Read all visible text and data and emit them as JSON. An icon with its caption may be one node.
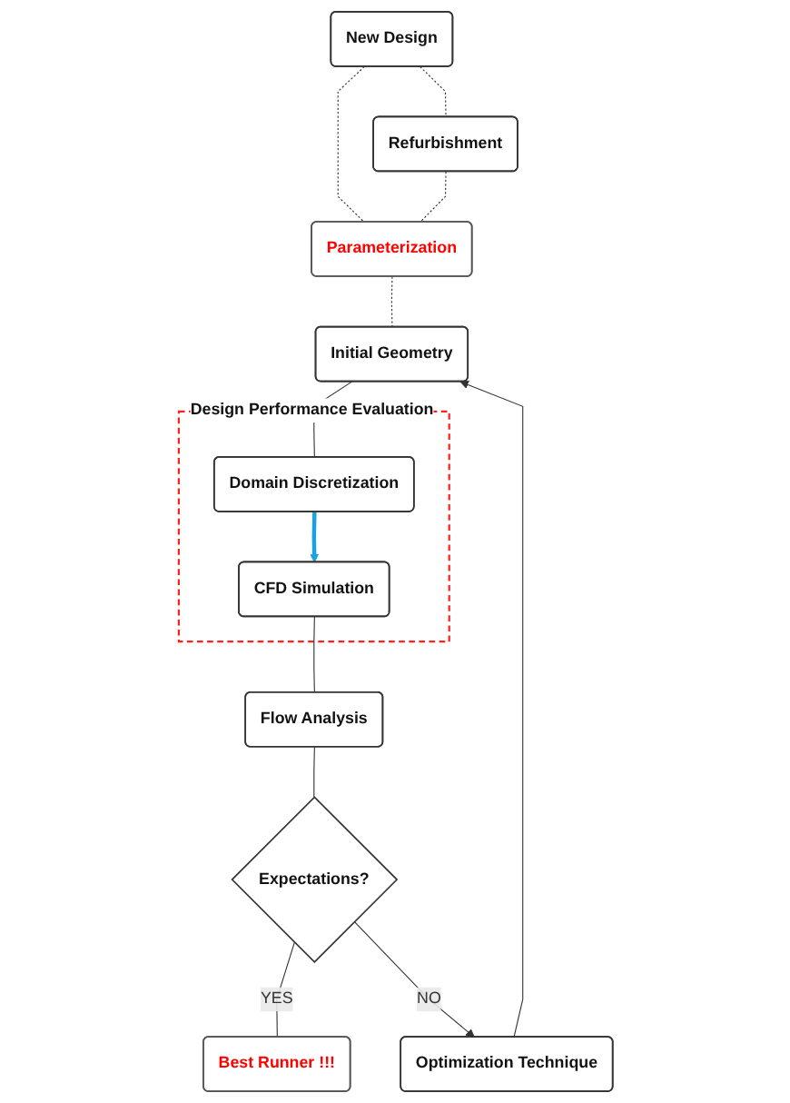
{
  "diagram": {
    "nodes": [
      {
        "text": [
          "New Design"
        ]
      },
      {
        "text": [
          "Refurbishment"
        ]
      },
      {
        "text": [
          "Parameterization"
        ]
      },
      {
        "text": [
          "Initial Geometry"
        ]
      },
      {
        "text": [
          "Design Performance Evaluation"
        ]
      },
      {
        "text": [
          "Domain Discretization"
        ],
        "in": 4
      },
      {
        "text": [
          "CFD Simulation"
        ],
        "in": 4
      },
      {
        "text": [
          "Flow Analysis"
        ]
      },
      {
        "text": [
          "Expectations?"
        ]
      },
      {
        "text": [
          "Best Runner !!!"
        ]
      },
      {
        "text": [
          "Optimization Technique"
        ]
      }
    ],
    "edges": [
      {
        "from": 0,
        "to": 1,
        "arrow": "none",
        "style": "dashed"
      },
      {
        "from": 0,
        "to": 2,
        "arrow": "none",
        "style": "dashed"
      },
      {
        "from": 1,
        "to": 2,
        "arrow": "none",
        "style": "dashed"
      },
      {
        "from": 2,
        "to": 3,
        "arrow": "none",
        "style": "dashed"
      },
      {
        "from": 3,
        "to": 5,
        "arrow": "none"
      },
      {
        "from": 5,
        "to": 6,
        "arrow": "to",
        "style": "thick",
        "color": "#1ba1e2"
      },
      {
        "from": 6,
        "to": 7,
        "arrow": "none"
      },
      {
        "from": 7,
        "to": 8,
        "arrow": "none"
      },
      {
        "from": 8,
        "to": 9,
        "arrow": "none",
        "label": "YES"
      },
      {
        "from": 8,
        "to": 10,
        "arrow": "to",
        "label": "NO"
      },
      {
        "from": 10,
        "to": 3,
        "arrow": "to"
      }
    ]
  }
}
